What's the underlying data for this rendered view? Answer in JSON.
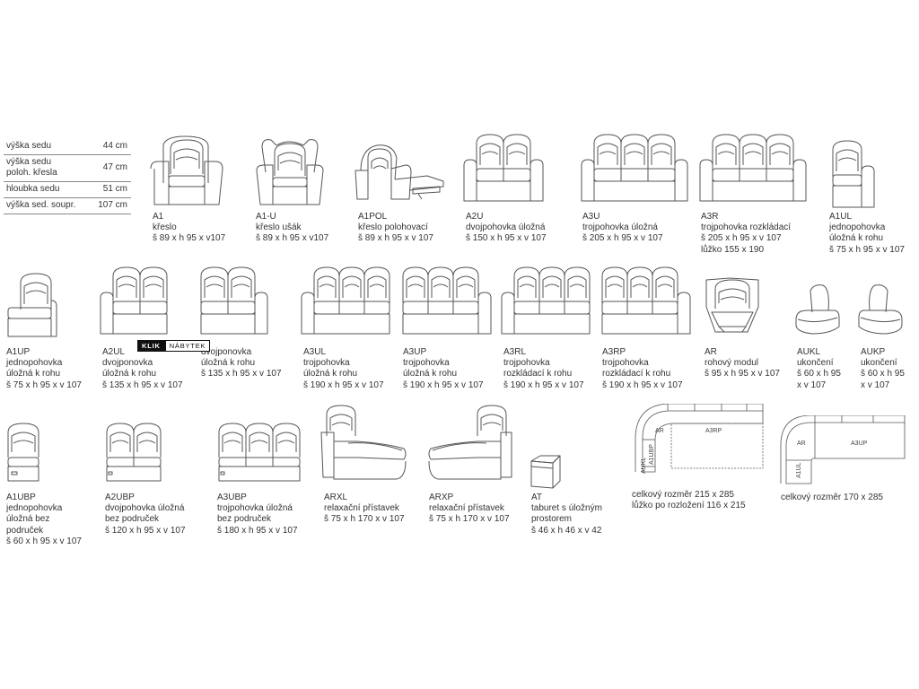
{
  "specs": [
    {
      "label": "výška sedu",
      "value": "44 cm"
    },
    {
      "label": "výška sedu\npoloh. křesla",
      "value": "47 cm"
    },
    {
      "label": "hloubka sedu",
      "value": "51 cm"
    },
    {
      "label": "výška sed. soupr.",
      "value": "107 cm"
    }
  ],
  "brand": {
    "part1": "KLIK",
    "part2": "NÁBYTEK"
  },
  "items": [
    {
      "code": "A1",
      "desc": "křeslo",
      "dims": "š 89 x h 95 x v107"
    },
    {
      "code": "A1-U",
      "desc": "křeslo ušák",
      "dims": "š 89 x h 95 x v107"
    },
    {
      "code": "A1POL",
      "desc": "křeslo polohovací",
      "dims": "š 89 x h 95 x v 107"
    },
    {
      "code": "A2U",
      "desc": "dvojpohovka úložná",
      "dims": "š 150 x h 95 x v 107"
    },
    {
      "code": "A3U",
      "desc": "trojpohovka úložná",
      "dims": "š 205 x h 95 x v 107"
    },
    {
      "code": "A3R",
      "desc": "trojpohovka rozkládací",
      "dims": "š 205 x h 95 x v 107",
      "extra": "lůžko 155 x 190"
    },
    {
      "code": "A1UL",
      "desc": "jednopohovka\núložná k rohu",
      "dims": "š 75 x h 95 x v 107"
    },
    {
      "code": "A1UP",
      "desc": "jednopohovka\núložná k rohu",
      "dims": "š 75 x h 95 x v 107"
    },
    {
      "code": "A2UL",
      "desc": "dvojponovka\núložná k rohu",
      "dims": "š 135 x h 95 x v 107"
    },
    {
      "code": "",
      "desc": "dvojponovka\núložná k rohu",
      "dims": "š 135 x h 95 x v 107"
    },
    {
      "code": "A3UL",
      "desc": "trojpohovka\núložná k rohu",
      "dims": "š 190 x h 95 x v 107"
    },
    {
      "code": "A3UP",
      "desc": "trojpohovka\núložná k rohu",
      "dims": "š 190 x h 95 x v 107"
    },
    {
      "code": "A3RL",
      "desc": "trojpohovka\nrozkládací k rohu",
      "dims": "š 190 x h 95 x v 107"
    },
    {
      "code": "A3RP",
      "desc": "trojpohovka\nrozkládací k rohu",
      "dims": "š 190 x h 95 x v 107"
    },
    {
      "code": "AR",
      "desc": "rohový modul",
      "dims": "š 95 x h 95 x v 107"
    },
    {
      "code": "AUKL",
      "desc": "ukončení",
      "dims": "š 60 x h 95\nx v 107"
    },
    {
      "code": "AUKP",
      "desc": "ukončení",
      "dims": "š 60 x h 95\nx v 107"
    },
    {
      "code": "A1UBP",
      "desc": "jednopohovka\núložná bez\npodruček",
      "dims": "š 60 x h 95 x v 107"
    },
    {
      "code": "A2UBP",
      "desc": "dvojpohovka úložná\nbez područek",
      "dims": "š 120 x h 95 x v 107"
    },
    {
      "code": "A3UBP",
      "desc": "trojpohovka úložná\nbez područek",
      "dims": "š 180 x h 95 x v 107"
    },
    {
      "code": "ARXL",
      "desc": "relaxační přístavek",
      "dims": "š 75 x h 170 x v 107"
    },
    {
      "code": "ARXP",
      "desc": "relaxační přístavek",
      "dims": "š 75 x h 170 x v 107"
    },
    {
      "code": "AT",
      "desc": "taburet  s úložným\nprostorem",
      "dims": "š 46 x h 46 x v 42"
    }
  ],
  "plans": [
    {
      "labels": [
        "AR",
        "A3RP",
        "A1UBP",
        "AUKL"
      ],
      "caption": "celkový rozměr 215 x 285\nlůžko po rozložení 116 x 215"
    },
    {
      "labels": [
        "AR",
        "A3UP",
        "A1UL"
      ],
      "caption": "celkový rozměr 170 x 285"
    }
  ]
}
